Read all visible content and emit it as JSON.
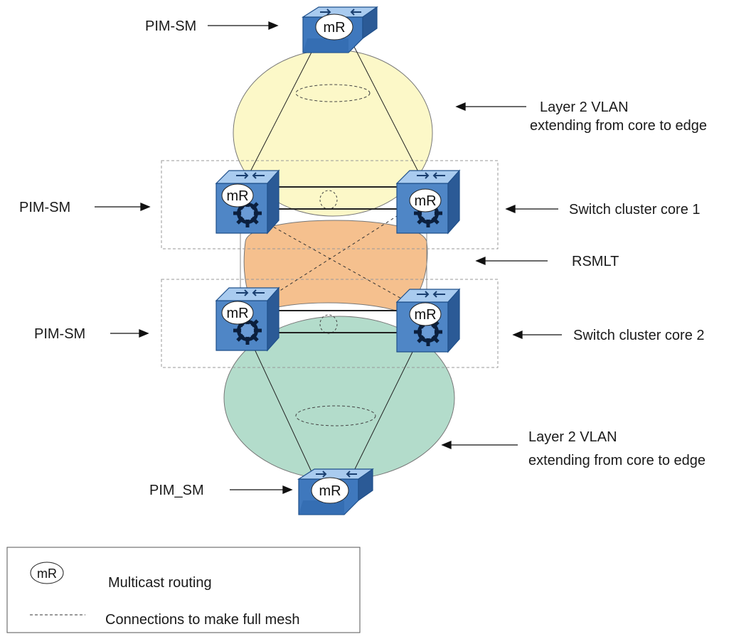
{
  "colors": {
    "vlan_top": "#fcf8c8",
    "rsmlt": "#f5c08e",
    "vlan_bottom": "#b3dccb",
    "switch_body": "#4f86c6",
    "switch_light": "#9fc3ea",
    "switch_dark": "#2b5a96"
  },
  "labels": {
    "pim_top": "PIM-SM",
    "pim_core1": "PIM-SM",
    "pim_core2": "PIM-SM",
    "pim_bottom": "PIM_SM",
    "vlan_top_line1": "Layer 2 VLAN",
    "vlan_top_line2": "extending from core to edge",
    "cluster_core1": "Switch cluster core 1",
    "rsmlt": "RSMLT",
    "cluster_core2": "Switch cluster core 2",
    "vlan_bottom_line1": "Layer 2 VLAN",
    "vlan_bottom_line2": "extending from core to edge"
  },
  "router_badge": "mR",
  "legend": {
    "mr_symbol": "mR",
    "mr_text": "Multicast routing",
    "mesh_text": "Connections to make full mesh"
  }
}
